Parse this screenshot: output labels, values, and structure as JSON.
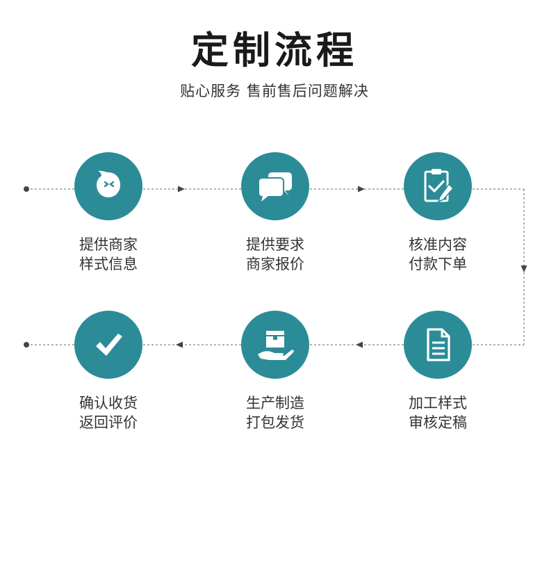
{
  "header": {
    "title": "定制流程",
    "subtitle": "贴心服务  售前售后问题解决"
  },
  "colors": {
    "accent": "#2b8c97",
    "line": "#555555"
  },
  "steps": [
    {
      "icon": "chat-face-icon",
      "line1": "提供商家",
      "line2": "样式信息"
    },
    {
      "icon": "speech-bubbles-icon",
      "line1": "提供要求",
      "line2": "商家报价"
    },
    {
      "icon": "clipboard-check-icon",
      "line1": "核准内容",
      "line2": "付款下单"
    },
    {
      "icon": "document-icon",
      "line1": "加工样式",
      "line2": "审核定稿"
    },
    {
      "icon": "package-hand-icon",
      "line1": "生产制造",
      "line2": "打包发货"
    },
    {
      "icon": "checkmark-icon",
      "line1": "确认收货",
      "line2": "返回评价"
    }
  ]
}
